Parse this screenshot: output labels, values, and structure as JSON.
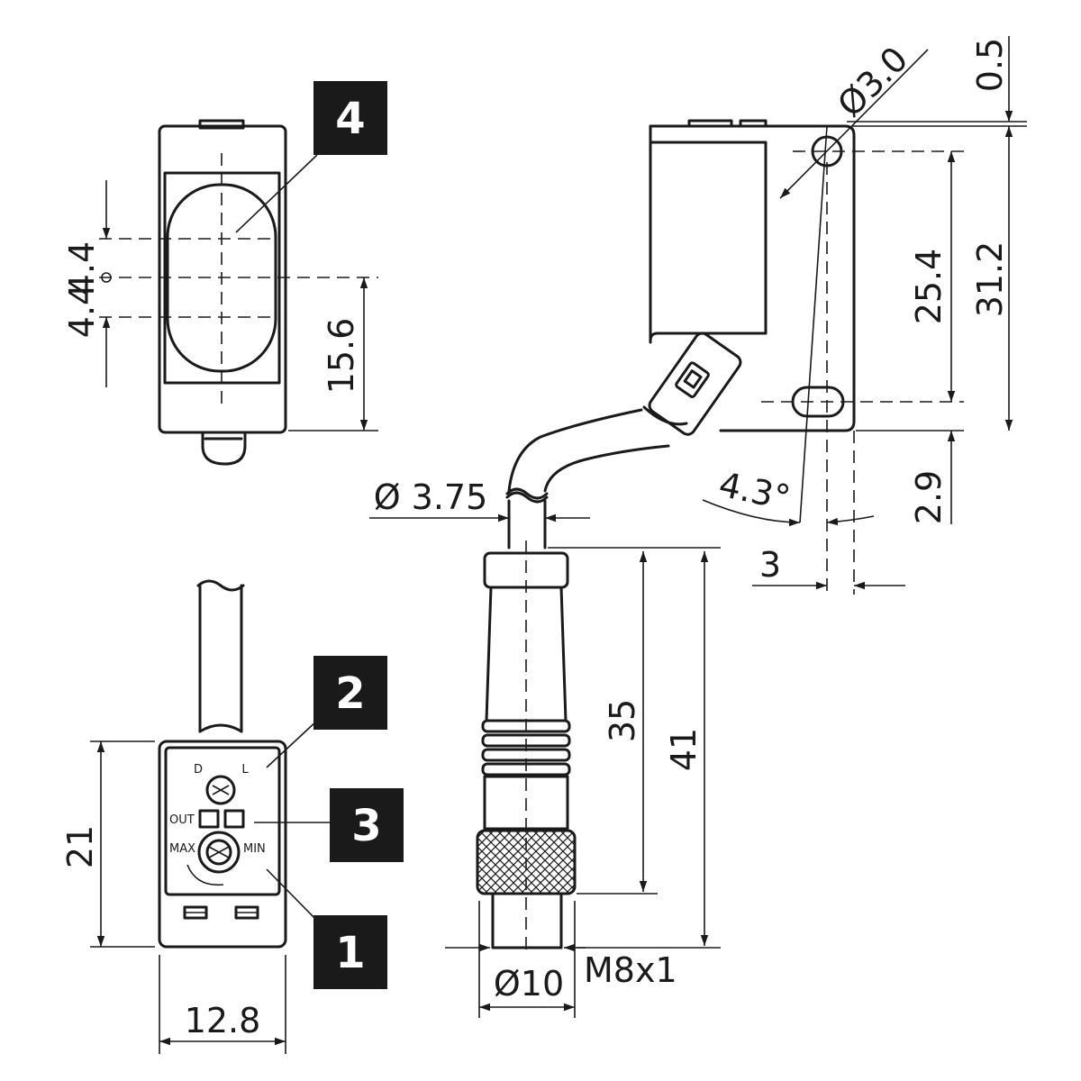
{
  "callouts": [
    "4",
    "2",
    "3",
    "1"
  ],
  "dimensions": {
    "d_4_4": "4.4",
    "d_15_6": "15.6",
    "d_dia_3_0": "Ø3.0",
    "d_0_5": "0.5",
    "d_25_4": "25.4",
    "d_31_2": "31.2",
    "d_2_9": "2.9",
    "d_4_3deg": "4.3°",
    "d_3": "3",
    "d_dia_3_75": "Ø 3.75",
    "d_35": "35",
    "d_41": "41",
    "d_21": "21",
    "d_12_8": "12.8",
    "d_dia_10": "Ø10",
    "d_m8x1": "M8x1"
  },
  "panel_labels": {
    "d": "D",
    "l": "L",
    "out": "OUT",
    "max": "MAX",
    "min": "MIN"
  }
}
